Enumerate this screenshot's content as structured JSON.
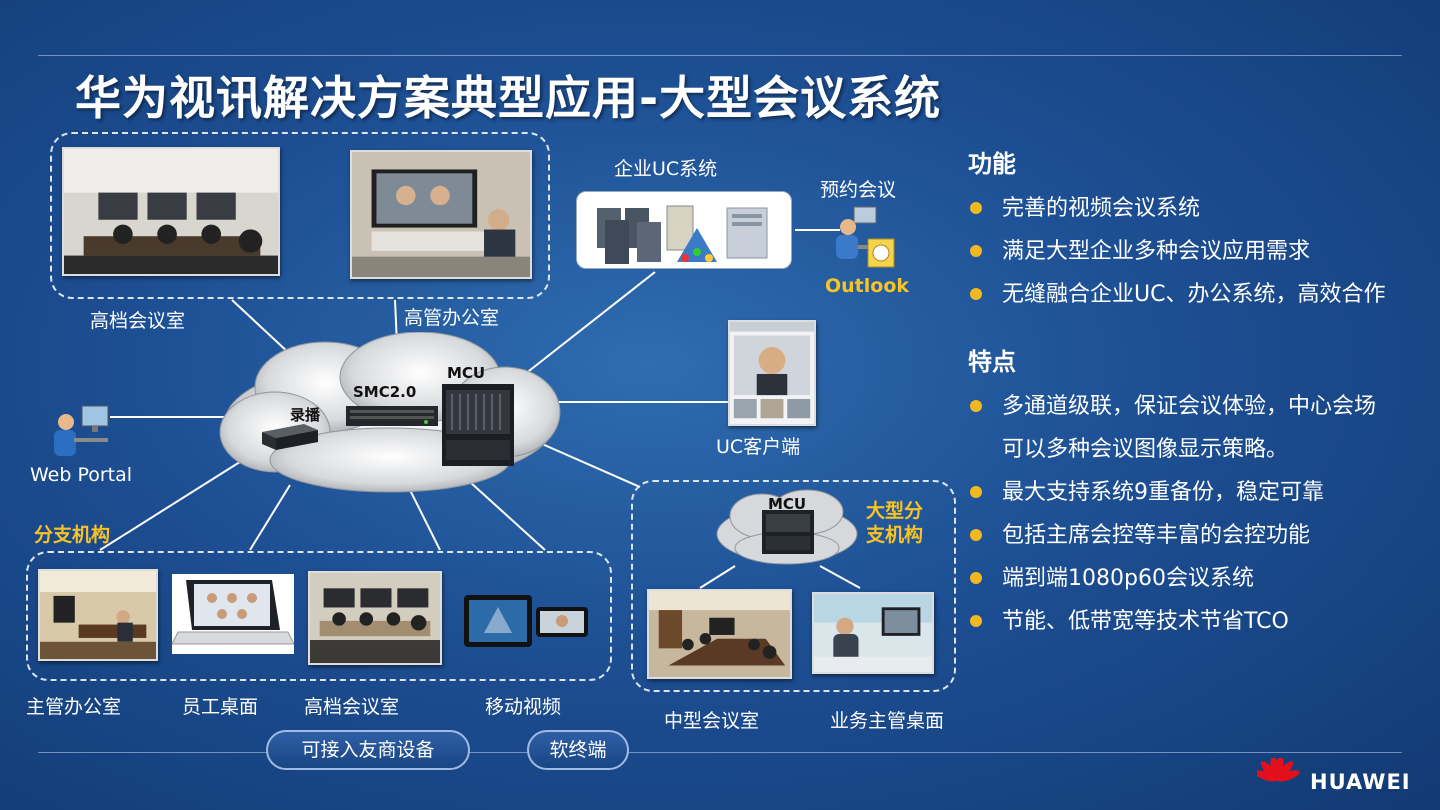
{
  "title": "华为视讯解决方案典型应用-大型会议系统",
  "diagram": {
    "top_rooms": {
      "premium_room": "高档会议室",
      "exec_office": "高管办公室"
    },
    "uc": {
      "label": "企业UC系统",
      "booking": "预约会议",
      "outlook": "Outlook"
    },
    "cloud": {
      "recording": "录播",
      "smc": "SMC2.0",
      "mcu": "MCU"
    },
    "uc_client": "UC客户端",
    "web_portal": "Web Portal",
    "branch": {
      "title": "分支机构",
      "items": [
        "主管办公室",
        "员工桌面",
        "高档会议室",
        "移动视频"
      ],
      "third_party": "可接入友商设备",
      "soft_client": "软终端"
    },
    "large_branch": {
      "title_line1": "大型分",
      "title_line2": "支机构",
      "mcu": "MCU",
      "items": [
        "中型会议室",
        "业务主管桌面"
      ]
    }
  },
  "functions": {
    "heading": "功能",
    "items": [
      "完善的视频会议系统",
      "满足大型企业多种会议应用需求",
      "无缝融合企业UC、办公系统，高效合作"
    ]
  },
  "features": {
    "heading": "特点",
    "items": [
      {
        "line1": "多通道级联，保证会议体验，中心会场",
        "line2": "可以多种会议图像显示策略。"
      },
      {
        "line1": "最大支持系统9重备份，稳定可靠"
      },
      {
        "line1": "包括主席会控等丰富的会控功能"
      },
      {
        "line1": "端到端1080p60会议系统"
      },
      {
        "line1": "节能、低带宽等技术节省TCO"
      }
    ]
  },
  "brand": {
    "name": "HUAWEI"
  },
  "colors": {
    "accent_yellow": "#f7c325",
    "bullet": "#f2b81f",
    "background": "#1d4f93"
  }
}
